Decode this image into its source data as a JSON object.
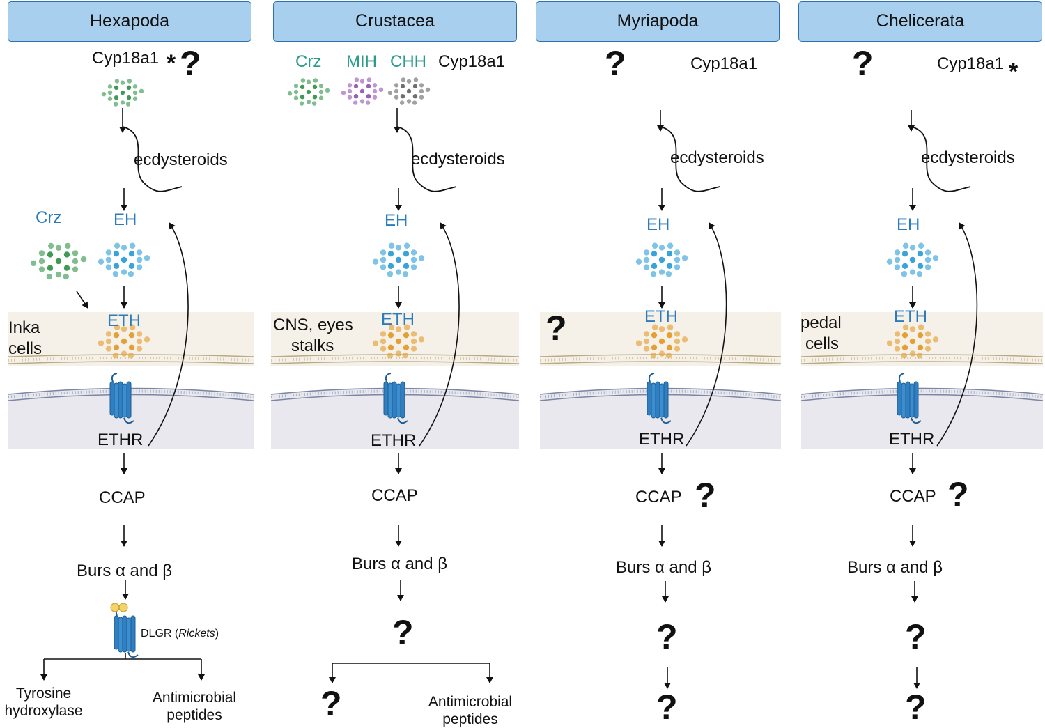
{
  "columns": [
    {
      "title": "Hexapoda",
      "hormone_labels": [
        "Cyp18a1"
      ],
      "ecdysteroids": "ecdysteroids",
      "crz": "Crz",
      "eh": "EH",
      "eth": "ETH",
      "cell_label": [
        "Inka",
        "cells"
      ],
      "ethr": "ETHR",
      "ccap": "CCAP",
      "burs": "Burs α and β",
      "receptor": "DLGR",
      "receptor_gene": "Rickets",
      "outputs": [
        "Tyrosine hydroxylase",
        "Antimicrobial peptides"
      ]
    },
    {
      "title": "Crustacea",
      "hormone_labels": [
        "Crz",
        "MIH",
        "CHH",
        "Cyp18a1"
      ],
      "ecdysteroids": "ecdysteroids",
      "eh": "EH",
      "eth": "ETH",
      "cell_label": [
        "CNS, eyes",
        "stalks"
      ],
      "ethr": "ETHR",
      "ccap": "CCAP",
      "burs": "Burs α and β",
      "outputs": [
        "Antimicrobial peptides"
      ]
    },
    {
      "title": "Myriapoda",
      "hormone_labels": [
        "Cyp18a1"
      ],
      "ecdysteroids": "ecdysteroids",
      "eh": "EH",
      "eth": "ETH",
      "ethr": "ETHR",
      "ccap": "CCAP",
      "burs": "Burs α and β"
    },
    {
      "title": "Chelicerata",
      "hormone_labels": [
        "Cyp18a1"
      ],
      "ecdysteroids": "ecdysteroids",
      "eh": "EH",
      "eth": "ETH",
      "cell_label": [
        "pedal",
        "cells"
      ],
      "ethr": "ETHR",
      "ccap": "CCAP",
      "burs": "Burs α and β"
    }
  ],
  "unknown_mark": "?",
  "asterisk": "*",
  "colors": {
    "header_fill": "#a9cfee",
    "header_border": "#2d70ad",
    "label_blue": "#2b7cbd",
    "label_teal": "#2b9c8a",
    "crz_dots": "#3f9a55",
    "mih_dots": "#9b5fb8",
    "chh_dots": "#6f6f6f",
    "eh_dots": "#3aa3d8",
    "eth_dots": "#e3a035",
    "cell_band": "#f5f1e8",
    "target_cell": "#e8e8ee",
    "receptor": "#2f7fc1"
  },
  "icons": [
    "fly-icon",
    "crayfish-icon",
    "millipede-icon",
    "tick-icon"
  ]
}
